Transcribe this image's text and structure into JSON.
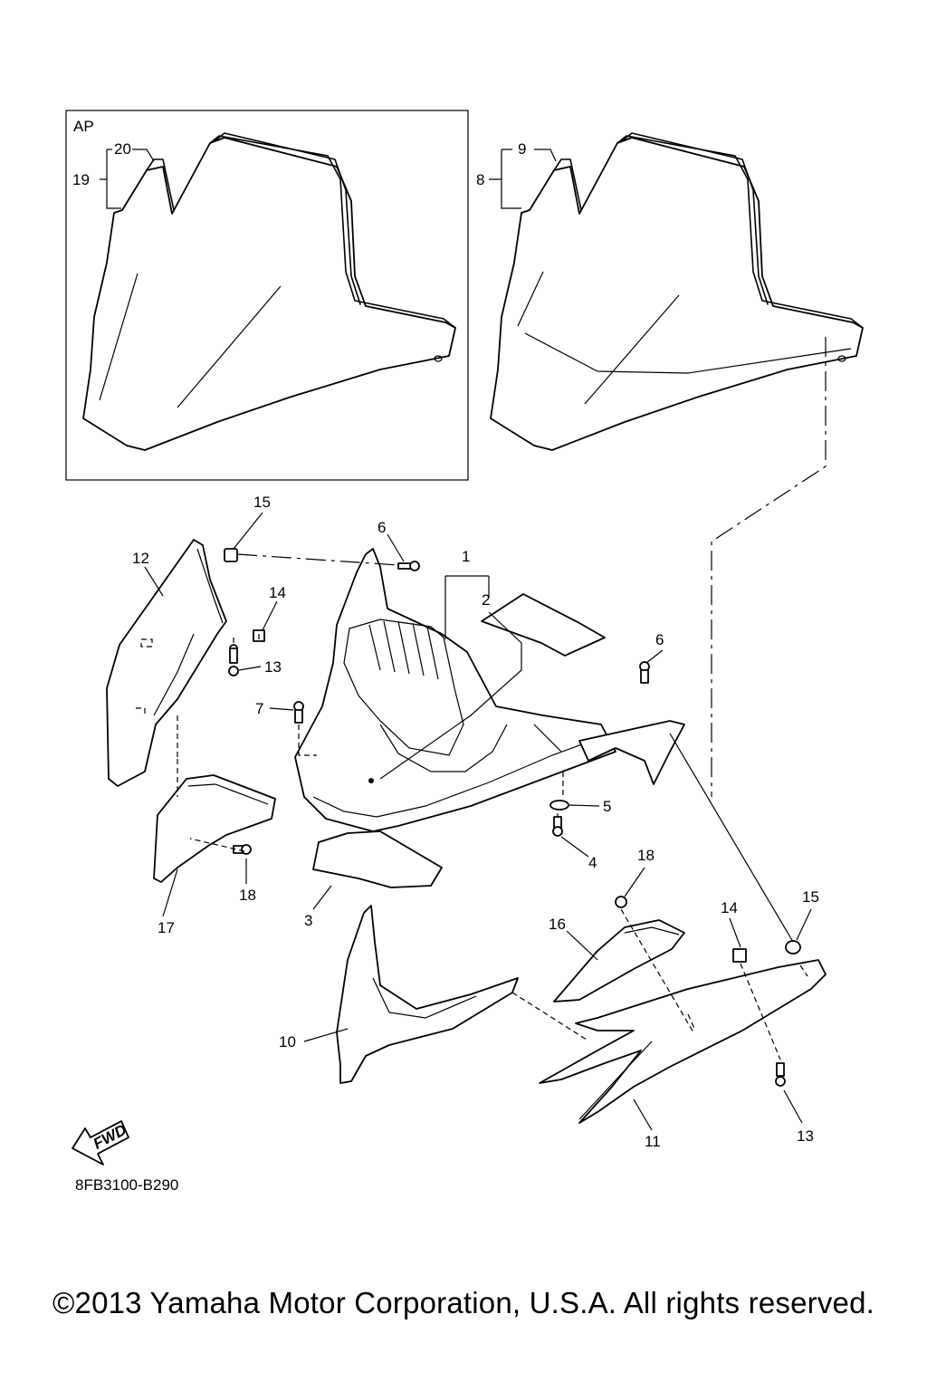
{
  "diagram": {
    "box_label": "AP",
    "callouts": [
      {
        "id": "c20",
        "text": "20"
      },
      {
        "id": "c19",
        "text": "19"
      },
      {
        "id": "c9",
        "text": "9"
      },
      {
        "id": "c8",
        "text": "8"
      },
      {
        "id": "c15a",
        "text": "15"
      },
      {
        "id": "c12",
        "text": "12"
      },
      {
        "id": "c6a",
        "text": "6"
      },
      {
        "id": "c1",
        "text": "1"
      },
      {
        "id": "c2",
        "text": "2"
      },
      {
        "id": "c14a",
        "text": "14"
      },
      {
        "id": "c13a",
        "text": "13"
      },
      {
        "id": "c7",
        "text": "7"
      },
      {
        "id": "c6b",
        "text": "6"
      },
      {
        "id": "c5",
        "text": "5"
      },
      {
        "id": "c4",
        "text": "4"
      },
      {
        "id": "c18a",
        "text": "18"
      },
      {
        "id": "c17",
        "text": "17"
      },
      {
        "id": "c3",
        "text": "3"
      },
      {
        "id": "c18b",
        "text": "18"
      },
      {
        "id": "c16",
        "text": "16"
      },
      {
        "id": "c14b",
        "text": "14"
      },
      {
        "id": "c15b",
        "text": "15"
      },
      {
        "id": "c10",
        "text": "10"
      },
      {
        "id": "c11",
        "text": "11"
      },
      {
        "id": "c13b",
        "text": "13"
      }
    ],
    "fwd_label": "FWD",
    "diagram_code": "8FB3100-B290"
  },
  "footer": {
    "copyright": "©2013 Yamaha Motor Corporation, U.S.A. All rights reserved."
  }
}
